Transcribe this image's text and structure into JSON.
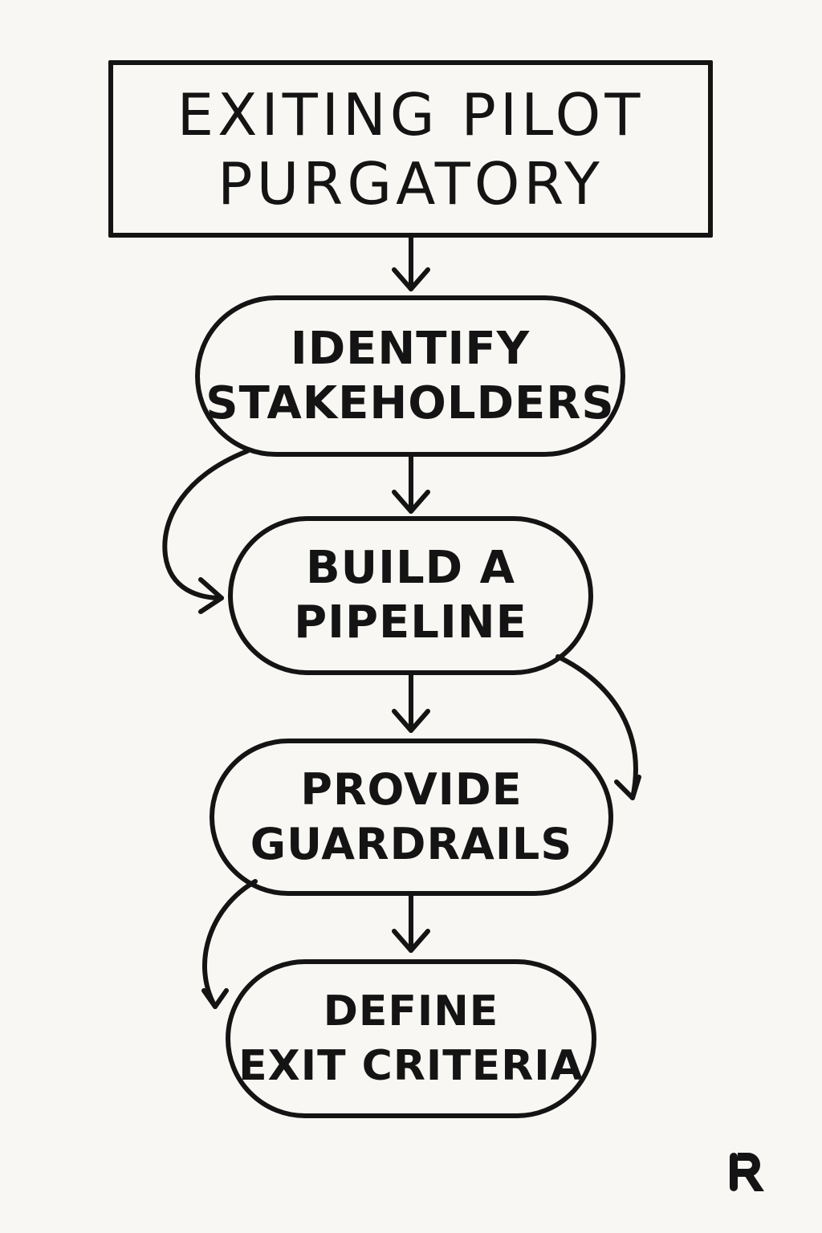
{
  "title": {
    "line1": "EXITING PILOT",
    "line2": "PURGATORY"
  },
  "steps": [
    {
      "line1": "IDENTIFY",
      "line2": "STAKEHOLDERS"
    },
    {
      "line1": "BUILD A",
      "line2": "PIPELINE"
    },
    {
      "line1": "PROVIDE",
      "line2": "GUARDRAILS"
    },
    {
      "line1": "DEFINE",
      "line2": "EXIT CRITERIA"
    }
  ],
  "connections": [
    {
      "from": "title",
      "to": "step-1",
      "style": "straight"
    },
    {
      "from": "step-1",
      "to": "step-2",
      "style": "straight"
    },
    {
      "from": "step-1",
      "to": "step-2",
      "style": "curved-left"
    },
    {
      "from": "step-2",
      "to": "step-3",
      "style": "straight"
    },
    {
      "from": "step-2",
      "to": "step-3",
      "style": "curved-right"
    },
    {
      "from": "step-3",
      "to": "step-4",
      "style": "straight"
    },
    {
      "from": "step-3",
      "to": "step-4",
      "style": "curved-left"
    }
  ],
  "colors": {
    "background": "#f8f7f3",
    "ink": "#141414"
  },
  "logo_icon": "brand-logo-icon"
}
